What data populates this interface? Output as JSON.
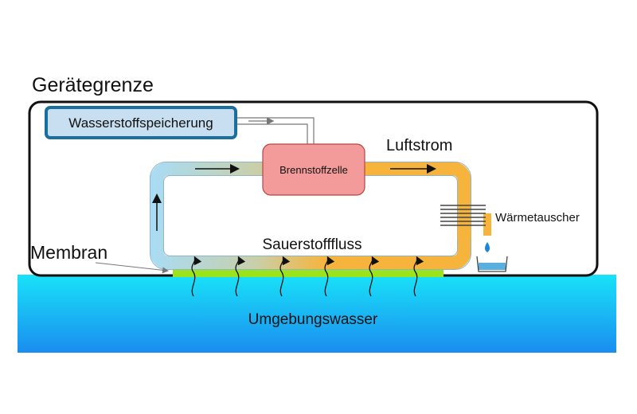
{
  "labels": {
    "boundary": "Gerätegrenze",
    "storage": "Wasserstoffspeicherung",
    "fuel_cell": "Brennstoffzelle",
    "airflow": "Luftstrom",
    "heat_exchanger": "Wärmetauscher",
    "membrane": "Membran",
    "oxygen_flow": "Sauerstofffluss",
    "ambient_water": "Umgebungswasser"
  },
  "colors": {
    "boundary": "#111111",
    "storage_fill": "#c7dff0",
    "storage_border": "#1b6f9e",
    "fuel_cell_fill": "#f39a9a",
    "fuel_cell_border": "#b54545",
    "loop_cool": "#a9dcf5",
    "loop_warm": "#f6b43c",
    "membrane": "#9be41c",
    "water_top": "#19e2f8",
    "water_bottom": "#1a8df0",
    "droplet": "#1d86d8"
  },
  "icons": {
    "heat_exchanger": "heat-exchanger-fins-icon",
    "droplet": "water-droplet-icon",
    "collector": "water-collector-icon",
    "inflow": "wavy-arrow-icon"
  }
}
